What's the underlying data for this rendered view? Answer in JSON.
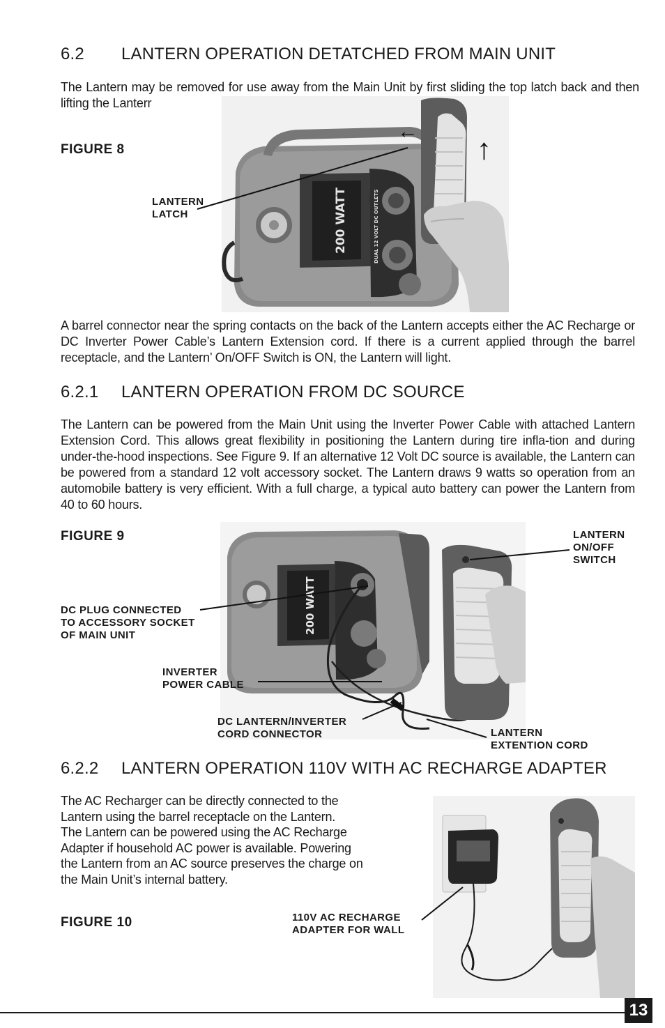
{
  "section_6_2": {
    "number": "6.2",
    "title": "LANTERN OPERATION DETATCHED FROM MAIN UNIT",
    "intro": "The Lantern may be removed for use away from the Main Unit by first sliding the top latch back and then lifting the Lanterr"
  },
  "figure8": {
    "label": "FIGURE 8",
    "callout_latch_line1": "LANTERN",
    "callout_latch_line2": "LATCH",
    "unit_text_watt": "200 WATT",
    "unit_text_outlets": "DUAL 12 VOLT DC OUTLETS"
  },
  "barrel_paragraph": "A barrel connector near the spring contacts on the back of the Lantern accepts either the AC Recharge or DC Inverter Power Cable’s Lantern Extension cord. If there is a current applied through the barrel receptacle, and the Lantern’ On/OFF Switch is ON, the Lantern will light.",
  "section_6_2_1": {
    "number": "6.2.1",
    "title": "LANTERN OPERATION FROM DC SOURCE",
    "body": "The Lantern can be powered from the Main Unit using the Inverter Power Cable with attached Lantern Extension Cord. This allows great flexibility in positioning the Lantern during tire infla-tion and during under-the-hood inspections. See Figure 9. If an alternative 12 Volt DC source is available, the Lantern can be powered from a standard 12 volt accessory socket. The Lantern draws 9 watts so operation from an automobile battery is very efficient. With a full charge, a typical auto battery can power the Lantern from 40 to 60 hours."
  },
  "figure9": {
    "label": "FIGURE 9",
    "callout_switch": [
      "LANTERN",
      "ON/OFF",
      "SWITCH"
    ],
    "callout_dc_plug": [
      "DC PLUG CONNECTED",
      "TO ACCESSORY SOCKET",
      "OF MAIN UNIT"
    ],
    "callout_inverter": [
      "INVERTER",
      "POWER CABLE"
    ],
    "callout_connector": [
      "DC LANTERN/INVERTER",
      "CORD CONNECTOR"
    ],
    "callout_extension": [
      "LANTERN",
      "EXTENTION CORD"
    ],
    "unit_text_watt": "200 WATT"
  },
  "section_6_2_2": {
    "number": "6.2.2",
    "title": "LANTERN OPERATION 110V WITH AC RECHARGE ADAPTER",
    "body_lines": [
      "The AC Recharger can be directly connected to the",
      "Lantern using the barrel receptacle on the Lantern.",
      "The Lantern can be powered using the AC Recharge",
      "Adapter if household AC power is available. Powering",
      "the Lantern from an AC source preserves the charge on",
      "the Main Unit’s internal battery."
    ]
  },
  "figure10": {
    "label": "FIGURE 10",
    "callout_adapter": [
      "110V AC RECHARGE",
      "ADAPTER FOR WALL"
    ]
  },
  "page_number": "13"
}
